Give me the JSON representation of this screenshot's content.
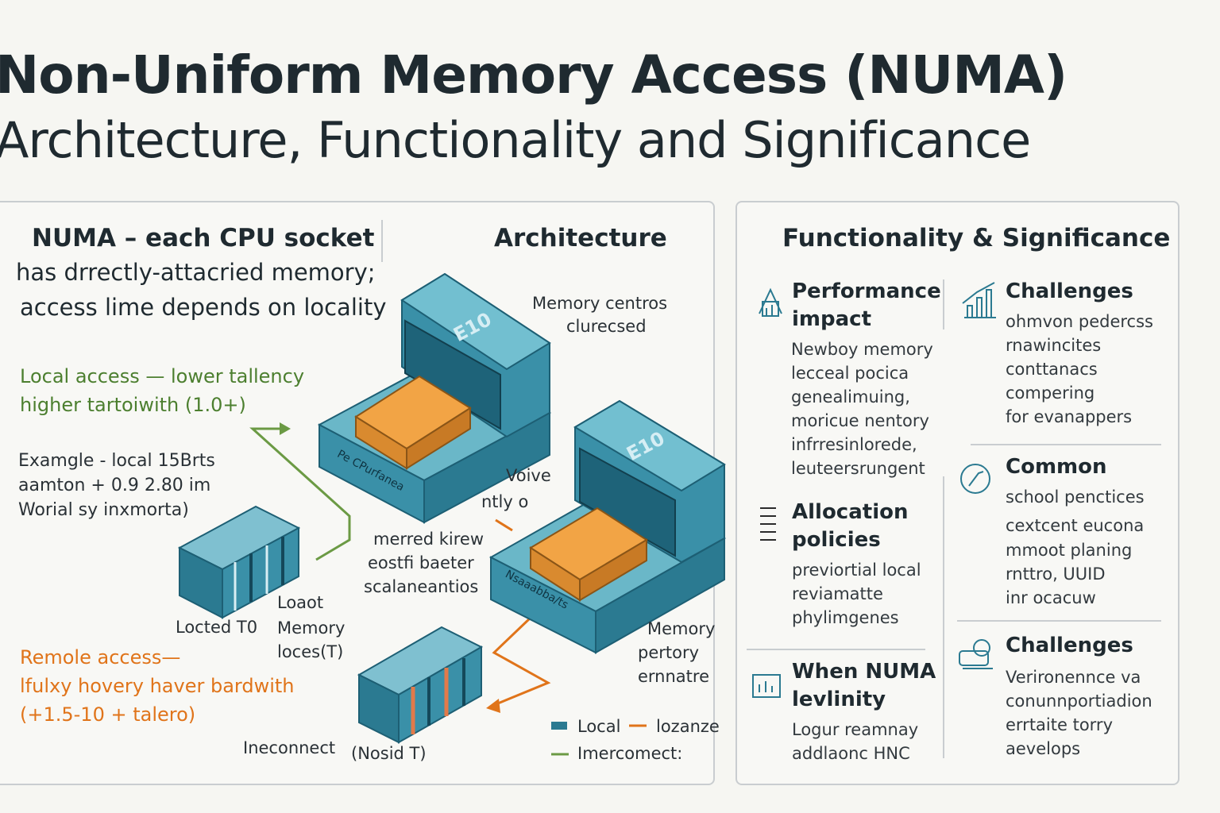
{
  "title": {
    "line1": "Non-Uniform Memory Access (NUMA)",
    "line2": "Architecture, Functionality and Significance"
  },
  "left": {
    "intro": {
      "heading": "NUMA – each CPU socket",
      "line2": "has drrectly-attacried memory;",
      "line3": "access lime depends on locality"
    },
    "section_title": "Architecture",
    "local_access": {
      "line1": "Local access — lower tallency",
      "line2": "higher tartoiwith (1.0+)"
    },
    "example": {
      "line1": "Examgle - local 15Brts",
      "line2": "aamton + 0.9 2.80 im",
      "line3": "Worial sy inxmorta)"
    },
    "remote_access": {
      "line1": "Remole access—",
      "line2": "lfulxy hovery haver bardwith",
      "line3": "(+1.5-10 + talero)"
    },
    "labels": {
      "memory_controller_1": "Memory centros",
      "memory_controller_2": "clurecsed",
      "voive": "Voive",
      "ntly": "ntly o",
      "merred_1": "merred kirew",
      "merred_2": "eostfi baeter",
      "merred_3": "scalaneantios",
      "located": "Locted T0",
      "loaot": "Loaot",
      "memory_local_1": "Memory",
      "memory_local_2": "loces(T)",
      "memory_remote_1": "Memory",
      "memory_remote_2": "pertory",
      "memory_remote_3": "ernnatre",
      "interconnect": "Ineconnect",
      "nosid": "(Nosid T)",
      "cpu_label_1": "E10",
      "cpu_label_2": "E10",
      "board_label_1": "Pe CPurfanea",
      "board_label_2": "Nsaaabba/ts"
    },
    "legend": {
      "local": "Local",
      "lozanze": "lozanze",
      "interconnect": "Imercomect:"
    }
  },
  "right": {
    "title": "Functionality & Significance",
    "col1": [
      {
        "icon": "house-chart-icon",
        "head": [
          "Performance",
          "impact"
        ],
        "body": [
          "Newboy memory",
          "lecceal pocica",
          "genealimuing,",
          "moricue nentory",
          "infrresinlorede,",
          "leuteersrungent"
        ]
      },
      {
        "icon": "list-icon",
        "head": [
          "Allocation",
          "policies"
        ],
        "body": [
          "previortial local",
          "reviamatte",
          "phylimgenes"
        ]
      },
      {
        "icon": "chart-doc-icon",
        "head": [
          "When NUMA",
          "levlinity"
        ],
        "body": [
          "Logur reamnay",
          "addlaonc HNC"
        ]
      }
    ],
    "col2": [
      {
        "icon": "bar-chart-icon",
        "head": [
          "Challenges"
        ],
        "body": [
          "ohmvon pedercss",
          "rnawincites",
          "conttanacs",
          "compering",
          "for evanappers"
        ]
      },
      {
        "icon": "compass-icon",
        "head": [
          "Common"
        ],
        "body": [
          "school penctices",
          "cextcent eucona",
          "mmoot planing",
          "rnttro, UUID",
          "inr ocacuw"
        ]
      },
      {
        "icon": "tool-icon",
        "head": [
          "Challenges"
        ],
        "body": [
          "Verironennce va",
          "conunnportiadion",
          "errtaite torry",
          "aevelops"
        ]
      }
    ]
  },
  "colors": {
    "teal": "#3a90a8",
    "teal_dark": "#1d5f74",
    "orange": "#f2a445",
    "green": "#4c7f2f",
    "remote": "#e0741a"
  }
}
